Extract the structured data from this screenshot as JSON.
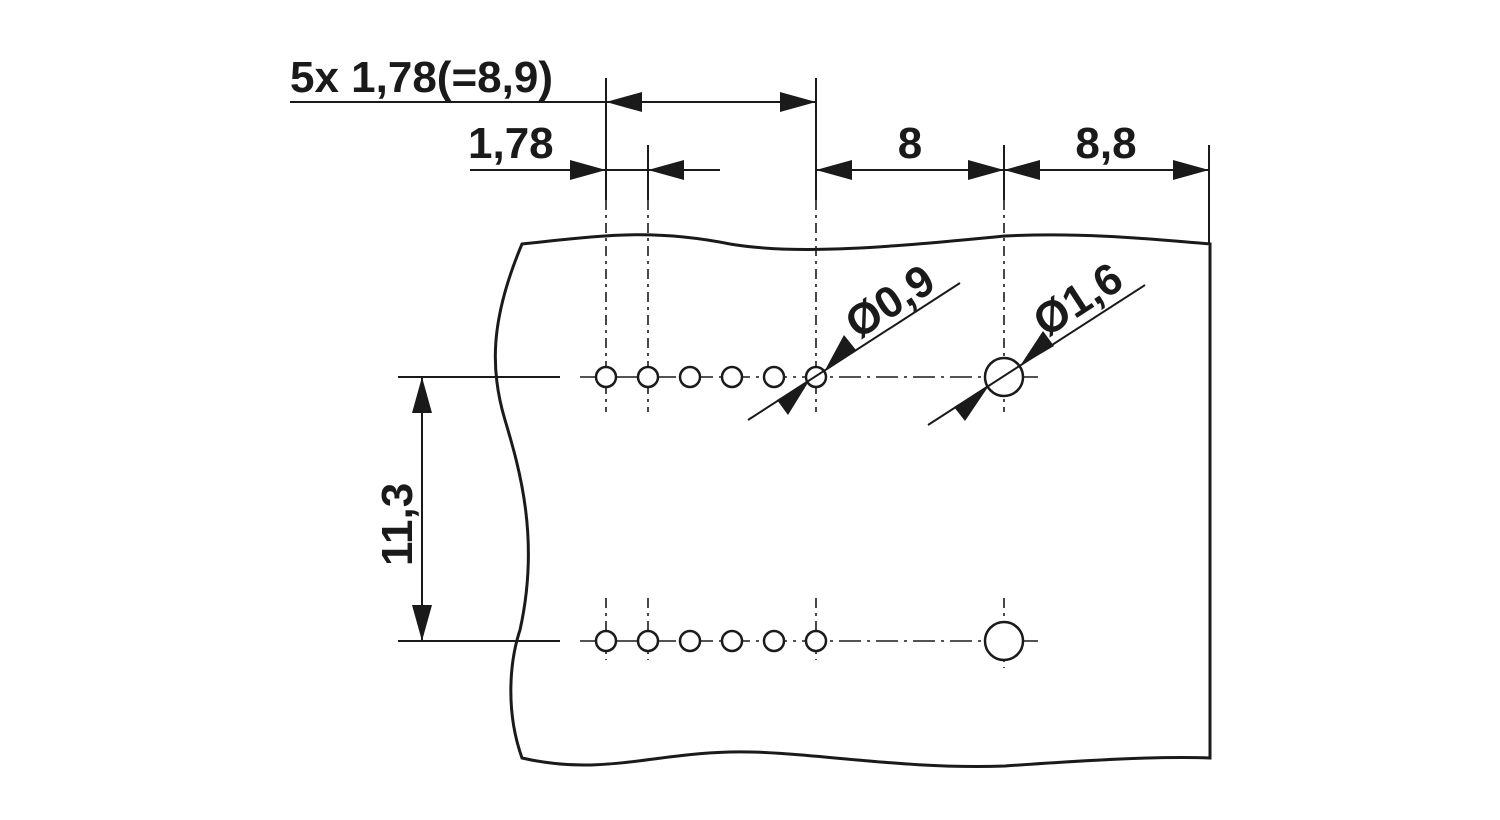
{
  "drawing": {
    "dimensions": {
      "total_pitch": "5x 1,78(=8,9)",
      "pitch": "1,78",
      "offset_to_large_hole": "8",
      "large_hole_to_edge": "8,8",
      "row_spacing": "11,3",
      "small_hole_diameter": "Ø0,9",
      "large_hole_diameter": "Ø1,6"
    },
    "colors": {
      "stroke": "#1a1a1a",
      "background": "#ffffff"
    }
  }
}
